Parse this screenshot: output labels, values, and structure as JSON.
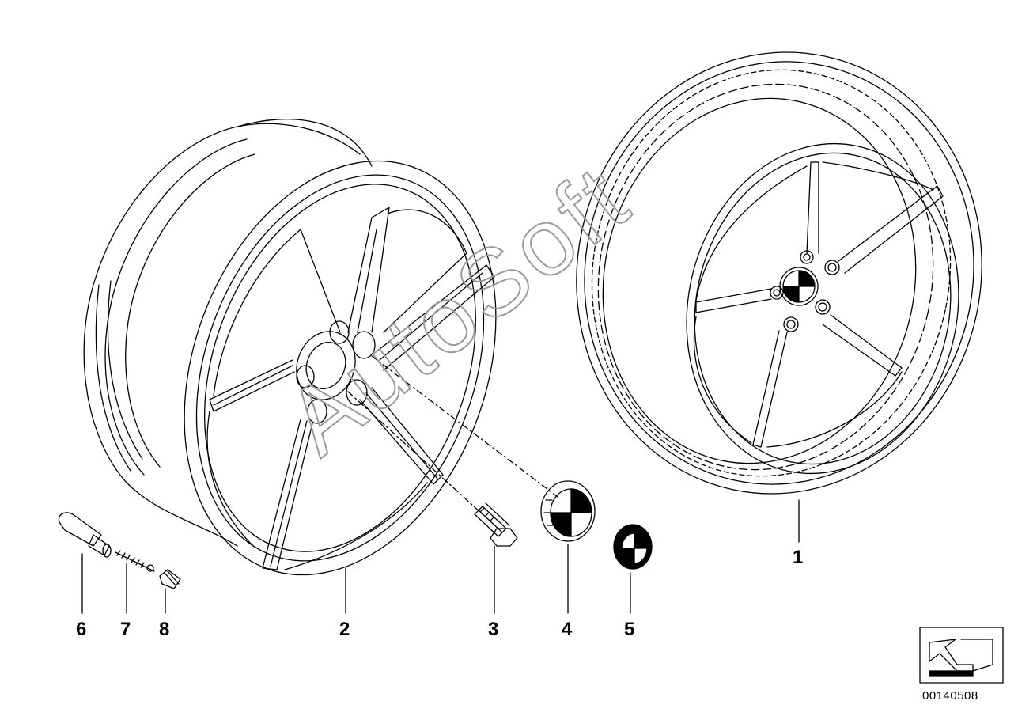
{
  "diagram": {
    "parts": [
      {
        "number": "1",
        "part": "complete-wheel-with-tyre"
      },
      {
        "number": "2",
        "part": "light-alloy-rim"
      },
      {
        "number": "3",
        "part": "wheel-bolt"
      },
      {
        "number": "4",
        "part": "hub-cap-with-emblem"
      },
      {
        "number": "5",
        "part": "emblem-badge"
      },
      {
        "number": "6",
        "part": "valve-stem"
      },
      {
        "number": "7",
        "part": "valve-insert"
      },
      {
        "number": "8",
        "part": "valve-cap"
      }
    ],
    "document_id": "00140508",
    "watermark": "AutoSoft",
    "navigation_icon": "arrow-back-icon"
  },
  "colors": {
    "line": "#000000",
    "background": "#ffffff",
    "watermark": "#9a9a9a"
  }
}
